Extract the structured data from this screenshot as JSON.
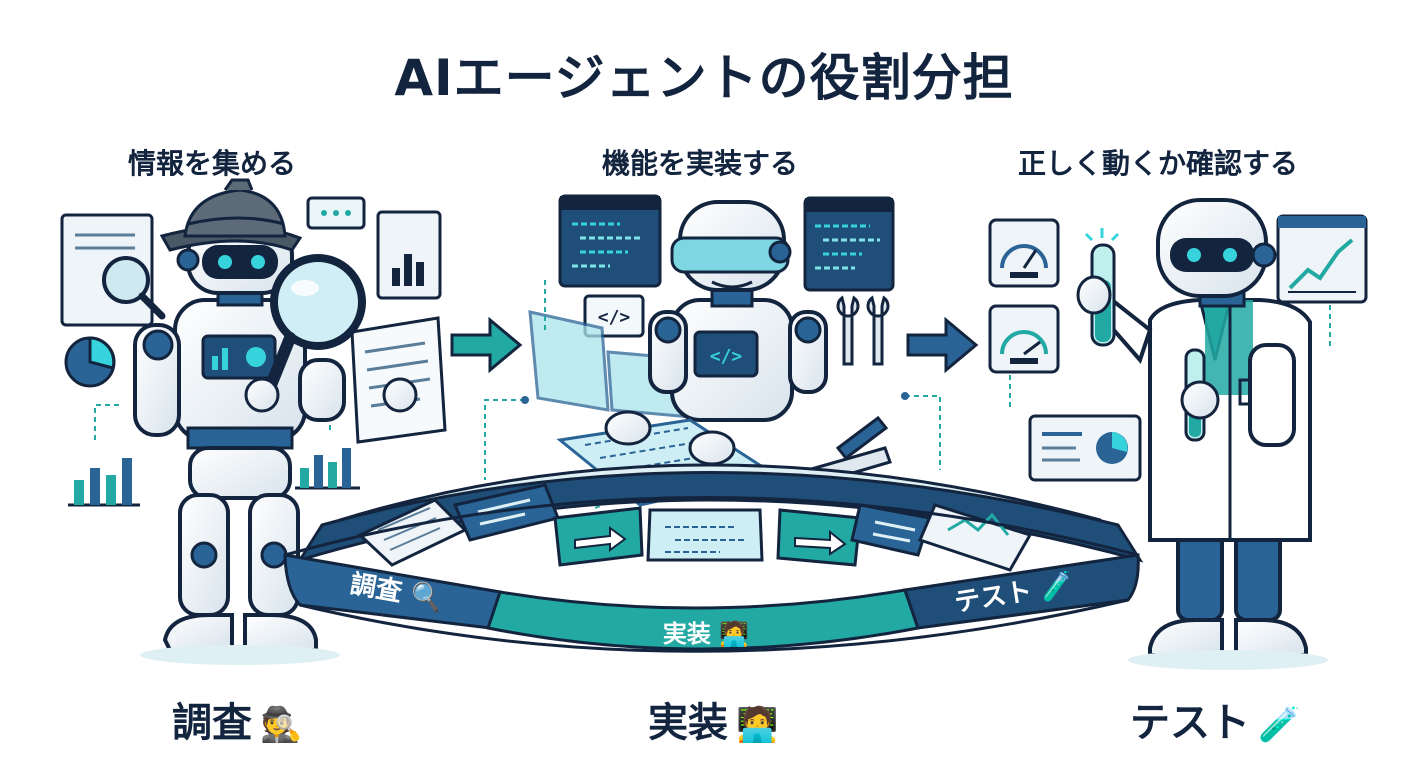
{
  "title": "AIエージェントの役割分担",
  "roles": [
    {
      "heading": "情報を集める",
      "label": "調査",
      "emoji": "🕵️"
    },
    {
      "heading": "機能を実装する",
      "label": "実装",
      "emoji": "🧑‍💻"
    },
    {
      "heading": "正しく動くか確認する",
      "label": "テスト",
      "emoji": "🧪"
    }
  ],
  "flow": {
    "stages": [
      "調査 🔍",
      "実装 🧑‍💻",
      "テスト 🧪"
    ]
  },
  "icons": {
    "code_tag": "</>"
  },
  "colors": {
    "navy": "#13243f",
    "blue": "#2a6496",
    "teal": "#22a9a3",
    "cyan": "#36d3dc",
    "light": "#dff0f5"
  }
}
